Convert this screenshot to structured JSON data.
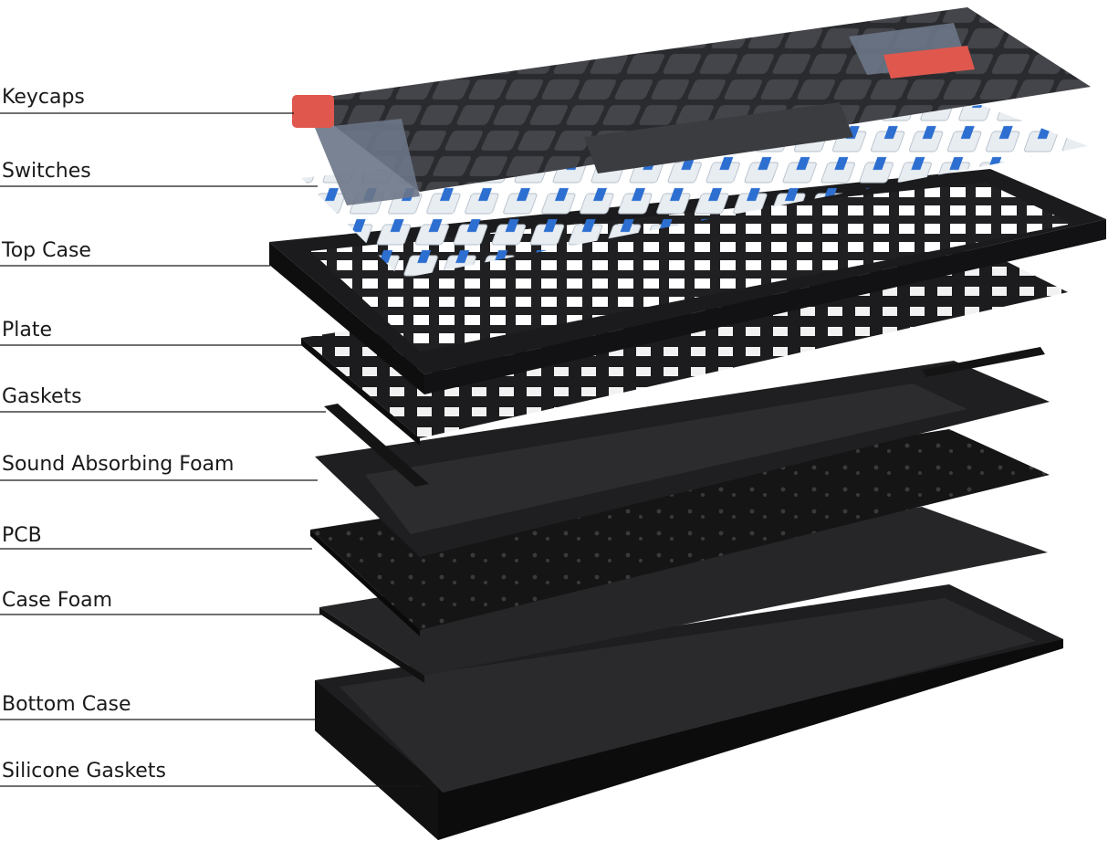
{
  "labels": [
    "Keycaps",
    "Switches",
    "Top Case",
    "Plate",
    "Gaskets",
    "Sound Absorbing Foam",
    "PCB",
    "Case Foam",
    "Bottom Case",
    "Silicone Gaskets"
  ],
  "colors": {
    "keycap_dark": "#3b3c40",
    "keycap_gray": "#6b7587",
    "keycap_accent": "#e0574e",
    "switch_stem": "#2d6fd1",
    "case_black": "#1d1d1f",
    "label_text": "#1a1a1a"
  }
}
